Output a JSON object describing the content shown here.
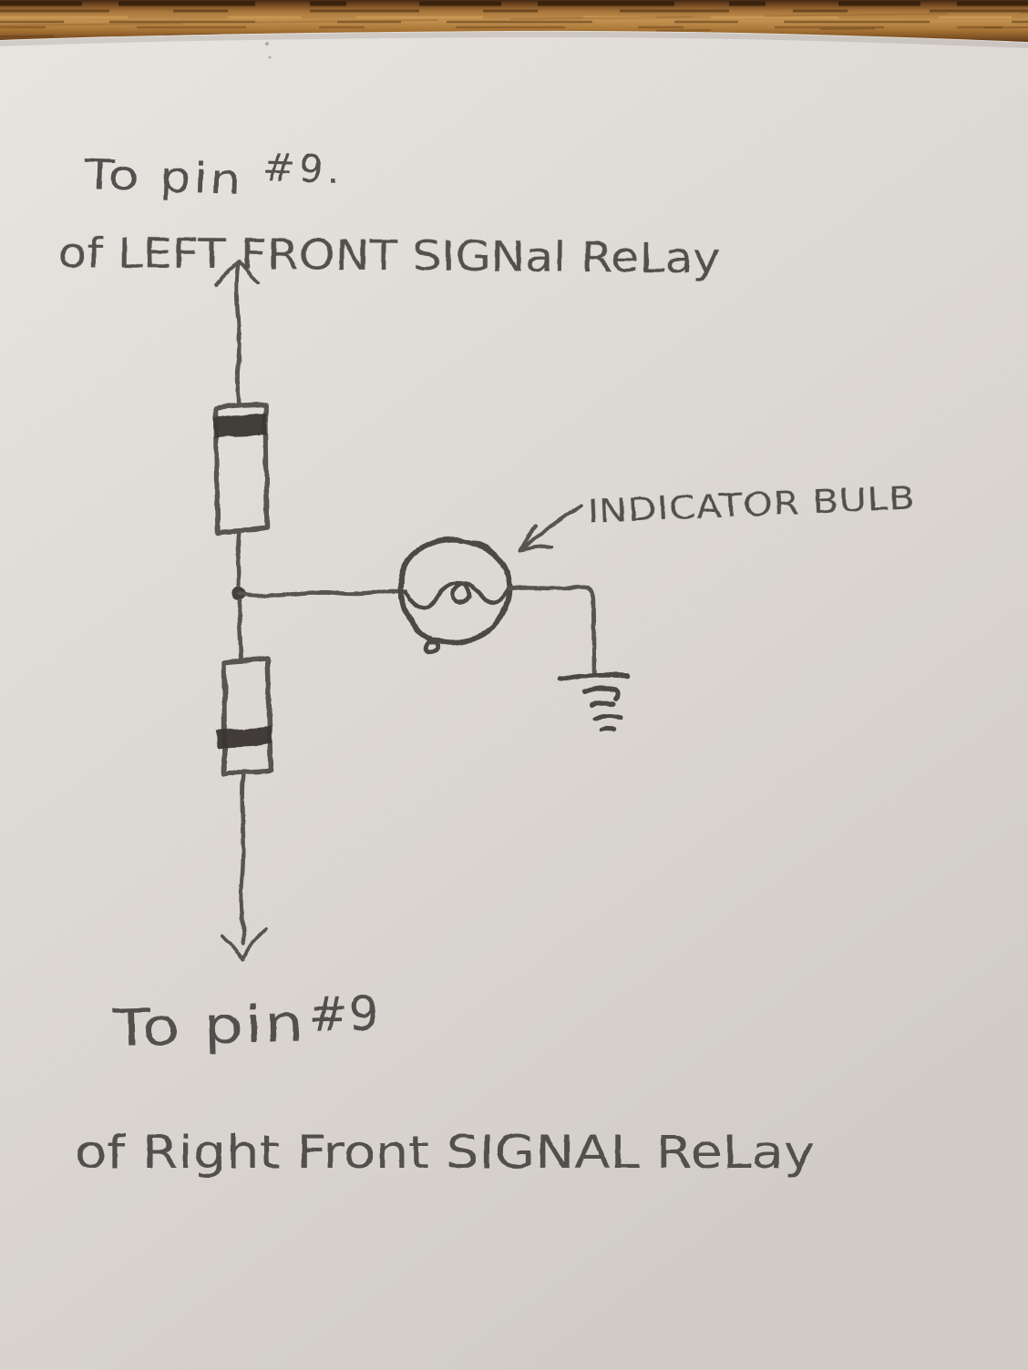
{
  "labels": {
    "top": {
      "line1_prefix": "To pin",
      "pin": "#9.",
      "line2": "of LEFT FRONT SIGNal ReLay"
    },
    "bulb": {
      "label": "INDICATOR BULB"
    },
    "bottom": {
      "line1_prefix": "To pin",
      "pin": "#9",
      "line2": "of Right Front SIGNAL ReLay"
    }
  },
  "colors": {
    "pencil": "#4a4843",
    "pencil_dark": "#2a2823",
    "paper_light": "#e9e6e2",
    "paper_dark": "#d2cdc8",
    "wood_light": "#c09150",
    "wood_dark": "#3f2812"
  }
}
